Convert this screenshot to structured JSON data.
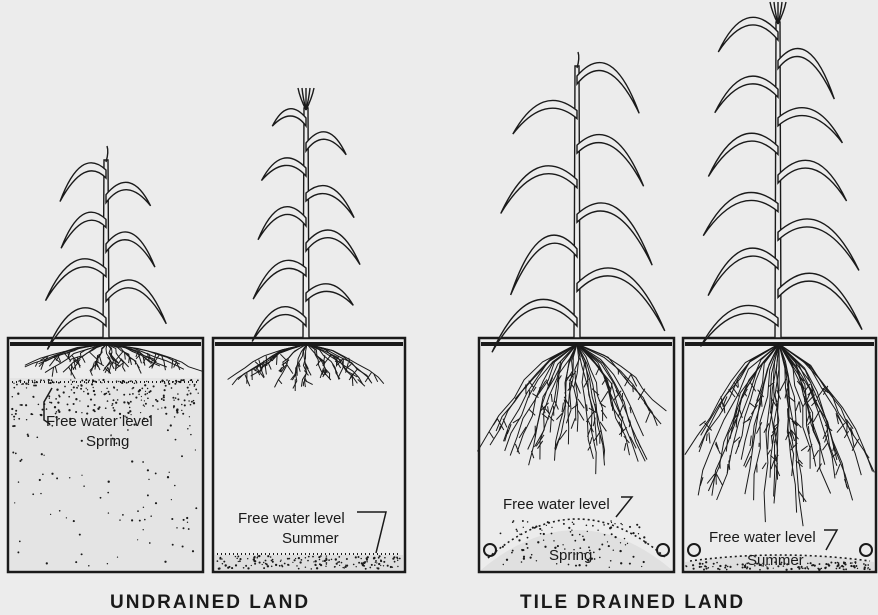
{
  "panels": [
    {
      "id": "undrained-spring",
      "water_label": "Free water level",
      "season": "Spring"
    },
    {
      "id": "undrained-summer",
      "water_label": "Free water level",
      "season": "Summer"
    },
    {
      "id": "tile-spring",
      "water_label": "Free water level",
      "season": "Spring"
    },
    {
      "id": "tile-summer",
      "water_label": "Free water level",
      "season": "Summer"
    }
  ],
  "captions": {
    "undrained": "UNDRAINED LAND",
    "tile_drained": "TILE DRAINED LAND"
  },
  "colors": {
    "ink": "#1a1a1a",
    "paper": "#ececec",
    "soil": "#e2e2e2"
  }
}
